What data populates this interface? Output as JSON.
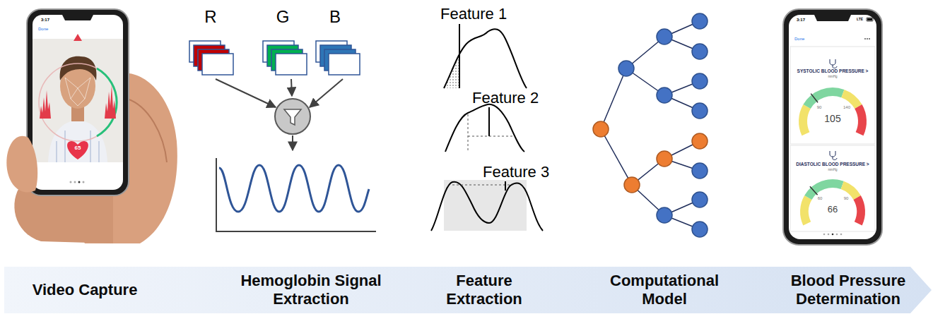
{
  "diagram": {
    "nodes": [
      {
        "text": [
          "Video Capture",
          "Hemoglobin Signal Extraction",
          "Feature Extraction",
          "Computational Model",
          "Blood Pressure Determination"
        ]
      }
    ],
    "labels": [
      "3:17",
      "Done",
      "65",
      "R",
      "G",
      "B",
      "Feature 1",
      "Feature 2",
      "Feature 3",
      "3:17",
      "LTE",
      "Done",
      "SYSTOLIC BLOOD PRESSURE >",
      "mmHg",
      "90",
      "140",
      "105",
      "DIASTOLIC BLOOD PRESSURE >",
      "mmHg",
      "60",
      "90",
      "66"
    ]
  }
}
